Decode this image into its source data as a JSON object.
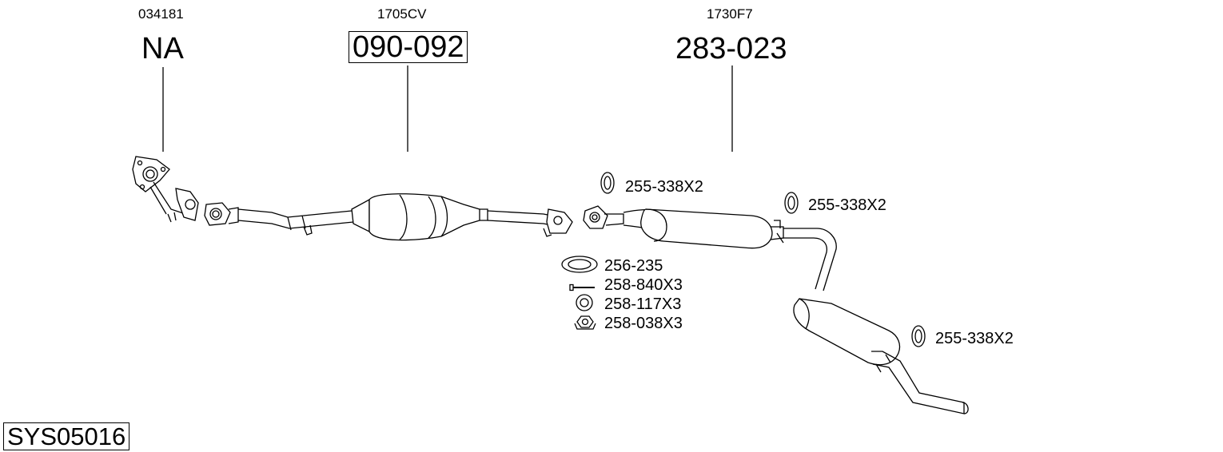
{
  "callouts": [
    {
      "ref": "034181",
      "part": "NA",
      "boxed": false
    },
    {
      "ref": "1705CV",
      "part": "090-092",
      "boxed": true
    },
    {
      "ref": "1730F7",
      "part": "283-023",
      "boxed": false
    }
  ],
  "small_parts": [
    {
      "label": "255-338X2",
      "icon": "ring-gasket-icon"
    },
    {
      "label": "255-338X2",
      "icon": "ring-gasket-icon"
    },
    {
      "label": "256-235",
      "icon": "flat-gasket-icon"
    },
    {
      "label": "258-840X3",
      "icon": "bolt-icon"
    },
    {
      "label": "258-117X3",
      "icon": "washer-icon"
    },
    {
      "label": "258-038X3",
      "icon": "nut-icon"
    },
    {
      "label": "255-338X2",
      "icon": "ring-gasket-icon"
    }
  ],
  "system_code": "SYS05016"
}
